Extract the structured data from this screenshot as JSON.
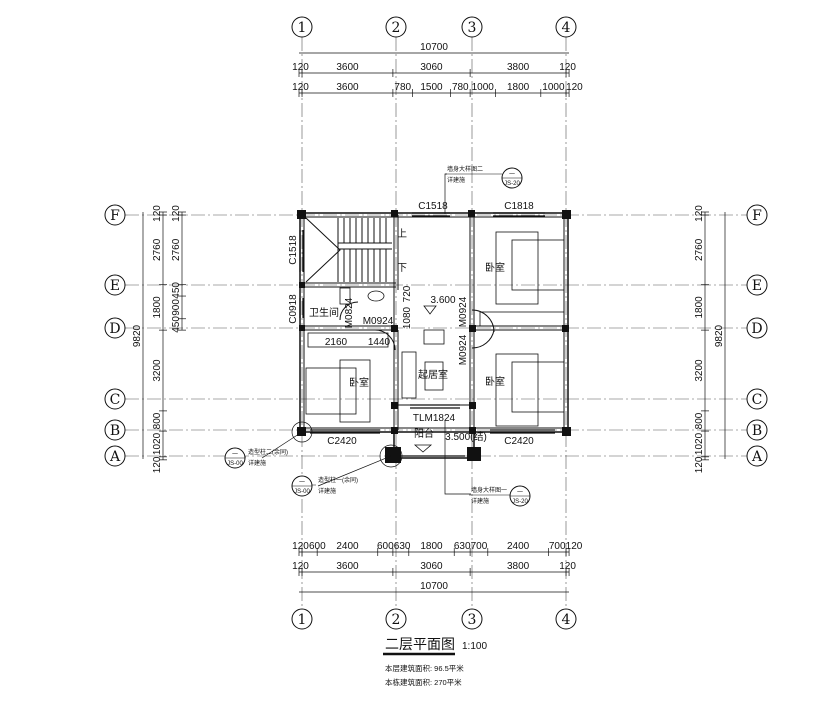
{
  "drawing": {
    "title": "二层平面图",
    "scale": "1:100",
    "floor_area": "本层建筑面积: 96.5平米",
    "total_area": "本栋建筑面积: 270平米"
  },
  "axes": {
    "columns": [
      "1",
      "2",
      "3",
      "4"
    ],
    "rows": [
      "F",
      "E",
      "D",
      "C",
      "B",
      "A"
    ]
  },
  "dimensions": {
    "top_total": "10700",
    "top_row1": [
      "120",
      "3600",
      "3060",
      "3800",
      "120"
    ],
    "top_row2": [
      "120",
      "3600",
      "780",
      "1500",
      "780",
      "1000",
      "1800",
      "1000",
      "120"
    ],
    "bottom_row1": [
      "120",
      "600",
      "2400",
      "600",
      "630",
      "1800",
      "630",
      "700",
      "2400",
      "700",
      "120"
    ],
    "bottom_row2": [
      "120",
      "3600",
      "3060",
      "3800",
      "120"
    ],
    "bottom_total": "10700",
    "left_total": "9820",
    "left_row1": [
      "120",
      "2760",
      "1800",
      "3200",
      "800",
      "1020",
      "120"
    ],
    "left_row2": [
      "120",
      "2760",
      "450",
      "900",
      "450"
    ],
    "right_total": "9820",
    "right_row1": [
      "120",
      "2760",
      "1800",
      "3200",
      "800",
      "1020",
      "120"
    ]
  },
  "rooms": {
    "bedroom_ne": "卧室",
    "bedroom_se": "卧室",
    "bedroom_w": "卧室",
    "bathroom": "卫生间",
    "living": "起居室",
    "balcony": "阳台",
    "stair_up": "上",
    "stair_down": "下"
  },
  "openings": {
    "c1518_top": "C1518",
    "c1818": "C1818",
    "c1518_left": "C1518",
    "c0918": "C0918",
    "m0824": "M0824",
    "m0924_bath": "M0924",
    "m0924_a": "M0924",
    "m0924_b": "M0924",
    "c2420_w": "C2420",
    "c2420_e": "C2420",
    "tlm1824": "TLM1824"
  },
  "notes": {
    "d720": "720",
    "d1080": "1080",
    "d2160": "2160",
    "d1440": "1440",
    "elev_floor": "3.600",
    "elev_balcony": "3.500(结)"
  },
  "callouts": [
    {
      "text": "墙身大样图二",
      "ref": "详建施",
      "num": "一",
      "sheet": "JS-20"
    },
    {
      "text": "墙身大样图一",
      "ref": "详建施",
      "num": "一",
      "sheet": "JS-20"
    },
    {
      "text": "造型柱一(余同)",
      "ref": "详建施",
      "num": "一",
      "sheet": "JS-00"
    },
    {
      "text": "造型柱二(余同)",
      "ref": "详建施",
      "num": "一",
      "sheet": "JS-00"
    }
  ]
}
